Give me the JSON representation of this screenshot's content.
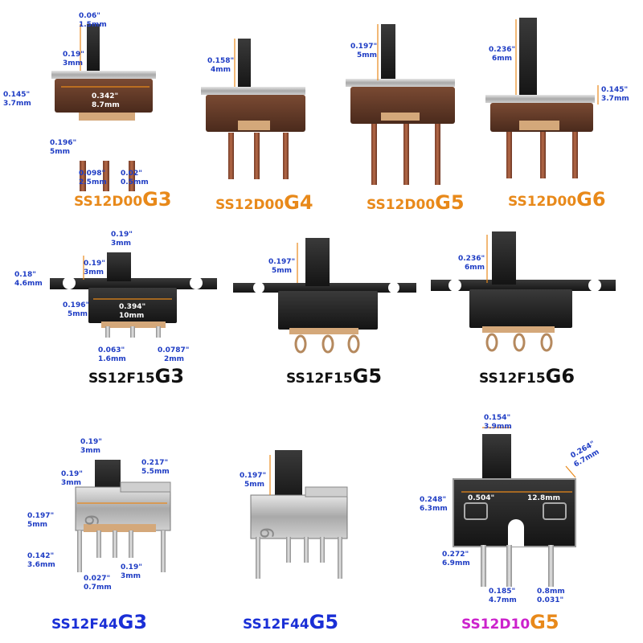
{
  "colors": {
    "orange": "#e8891a",
    "black": "#111111",
    "blue": "#1a2fd6",
    "magenta": "#cc22cc",
    "dim_text": "#1e3cc4"
  },
  "products": [
    {
      "id": "g3_d00",
      "family": "SS12D00",
      "variant": "G3",
      "color": "orange",
      "dims": [
        "0.06\"",
        "1.5mm",
        "0.19\"",
        "3mm",
        "0.145\"",
        "3.7mm",
        "0.342\"",
        "8.7mm",
        "0.196\"",
        "5mm",
        "0.098\"",
        "2.5mm",
        "0.02\"",
        "0.5mm"
      ]
    },
    {
      "id": "g4_d00",
      "family": "SS12D00",
      "variant": "G4",
      "color": "orange",
      "dims": [
        "0.158\"",
        "4mm"
      ]
    },
    {
      "id": "g5_d00",
      "family": "SS12D00",
      "variant": "G5",
      "color": "orange",
      "dims": [
        "0.197\"",
        "5mm"
      ]
    },
    {
      "id": "g6_d00",
      "family": "SS12D00",
      "variant": "G6",
      "color": "orange",
      "dims": [
        "0.236\"",
        "6mm",
        "0.145\"",
        "3.7mm"
      ]
    },
    {
      "id": "g3_f15",
      "family": "SS12F15",
      "variant": "G3",
      "color": "black",
      "dims": [
        "0.19\"",
        "3mm",
        "0.19\"",
        "3mm",
        "0.18\"",
        "4.6mm",
        "0.196\"",
        "5mm",
        "0.394\"",
        "10mm",
        "0.063\"",
        "1.6mm",
        "0.0787\"",
        "2mm"
      ]
    },
    {
      "id": "g5_f15",
      "family": "SS12F15",
      "variant": "G5",
      "color": "black",
      "dims": [
        "0.197\"",
        "5mm"
      ]
    },
    {
      "id": "g6_f15",
      "family": "SS12F15",
      "variant": "G6",
      "color": "black",
      "dims": [
        "0.236\"",
        "6mm"
      ]
    },
    {
      "id": "g3_f44",
      "family": "SS12F44",
      "variant": "G3",
      "color": "blue",
      "dims": [
        "0.19\"",
        "3mm",
        "0.19\"",
        "3mm",
        "0.217\"",
        "5.5mm",
        "0.197\"",
        "5mm",
        "0.142\"",
        "3.6mm",
        "0.027\"",
        "0.7mm",
        "0.19\"",
        "3mm"
      ]
    },
    {
      "id": "g5_f44",
      "family": "SS12F44",
      "variant": "G5",
      "color": "blue",
      "dims": [
        "0.197\"",
        "5mm"
      ]
    },
    {
      "id": "g5_d10",
      "family": "SS12D10",
      "variant": "G5",
      "color": "magenta",
      "dims": [
        "0.154\"",
        "3.9mm",
        "0.264\"",
        "6.7mm",
        "0.248\"",
        "6.3mm",
        "0.504\"",
        "12.8mm",
        "0.272\"",
        "6.9mm",
        "0.185\"",
        "4.7mm",
        "0.8mm",
        "0.031\""
      ]
    }
  ]
}
